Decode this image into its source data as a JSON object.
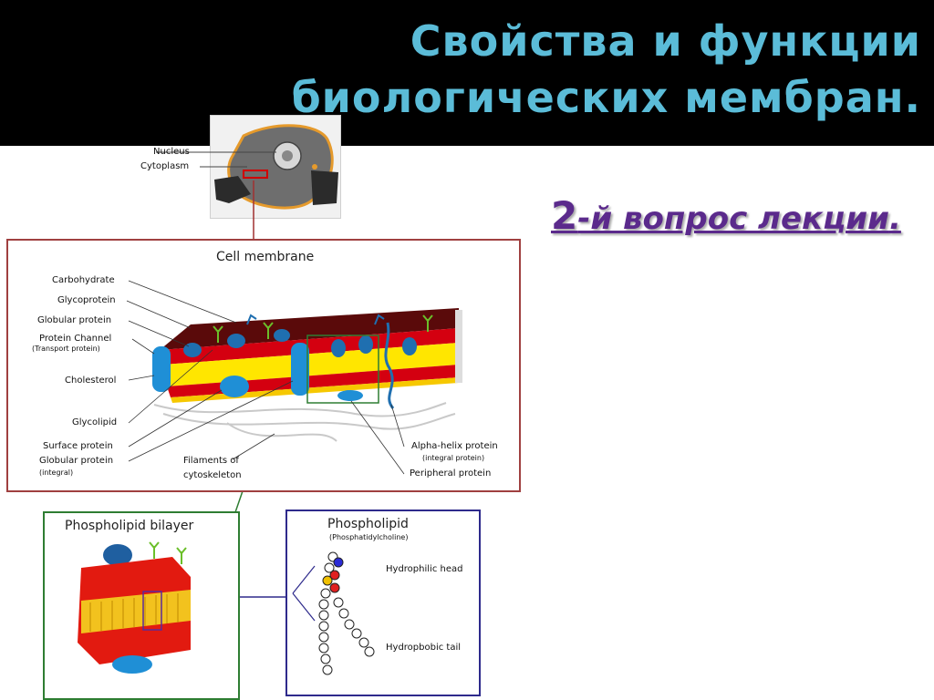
{
  "slide": {
    "title": "Свойства и функции биологических мембран.",
    "subtitle_num": "2",
    "subtitle_rest": "-й вопрос лекции",
    "subtitle_dot": "."
  },
  "thumb": {
    "nucleus": "Nucleus",
    "cytoplasm": "Cytoplasm"
  },
  "cell_membrane": {
    "heading": "Cell membrane",
    "labels_left": {
      "carbohydrate": "Carbohydrate",
      "glycoprotein": "Glycoprotein",
      "globular_protein": "Globular protein",
      "protein_channel": "Protein Channel",
      "transport_protein": "(Transport protein)",
      "cholesterol": "Cholesterol",
      "glycolipid": "Glycolipid",
      "surface_protein": "Surface protein",
      "globular_protein_2": "Globular protein",
      "integral": "(integral)"
    },
    "labels_bottom": {
      "filaments": "Filaments of",
      "cytoskeleton": "cytoskeleton"
    },
    "labels_right": {
      "alpha_helix": "Alpha-helix protein",
      "integral_protein": "(integral protein)",
      "peripheral": "Peripheral protein"
    }
  },
  "bilayer": {
    "heading": "Phospholipid bilayer"
  },
  "phospholipid": {
    "heading": "Phospholipid",
    "sub": "(Phosphatidylcholine)",
    "hydrophilic": "Hydrophilic head",
    "hydrophobic": "Hydropbobic tail"
  },
  "colors": {
    "title": "#5bbcd8",
    "subtitle": "#5b2a8c",
    "membrane_red": "#c0000a",
    "membrane_yellow": "#ffe600",
    "protein_blue": "#1f8fd6"
  }
}
